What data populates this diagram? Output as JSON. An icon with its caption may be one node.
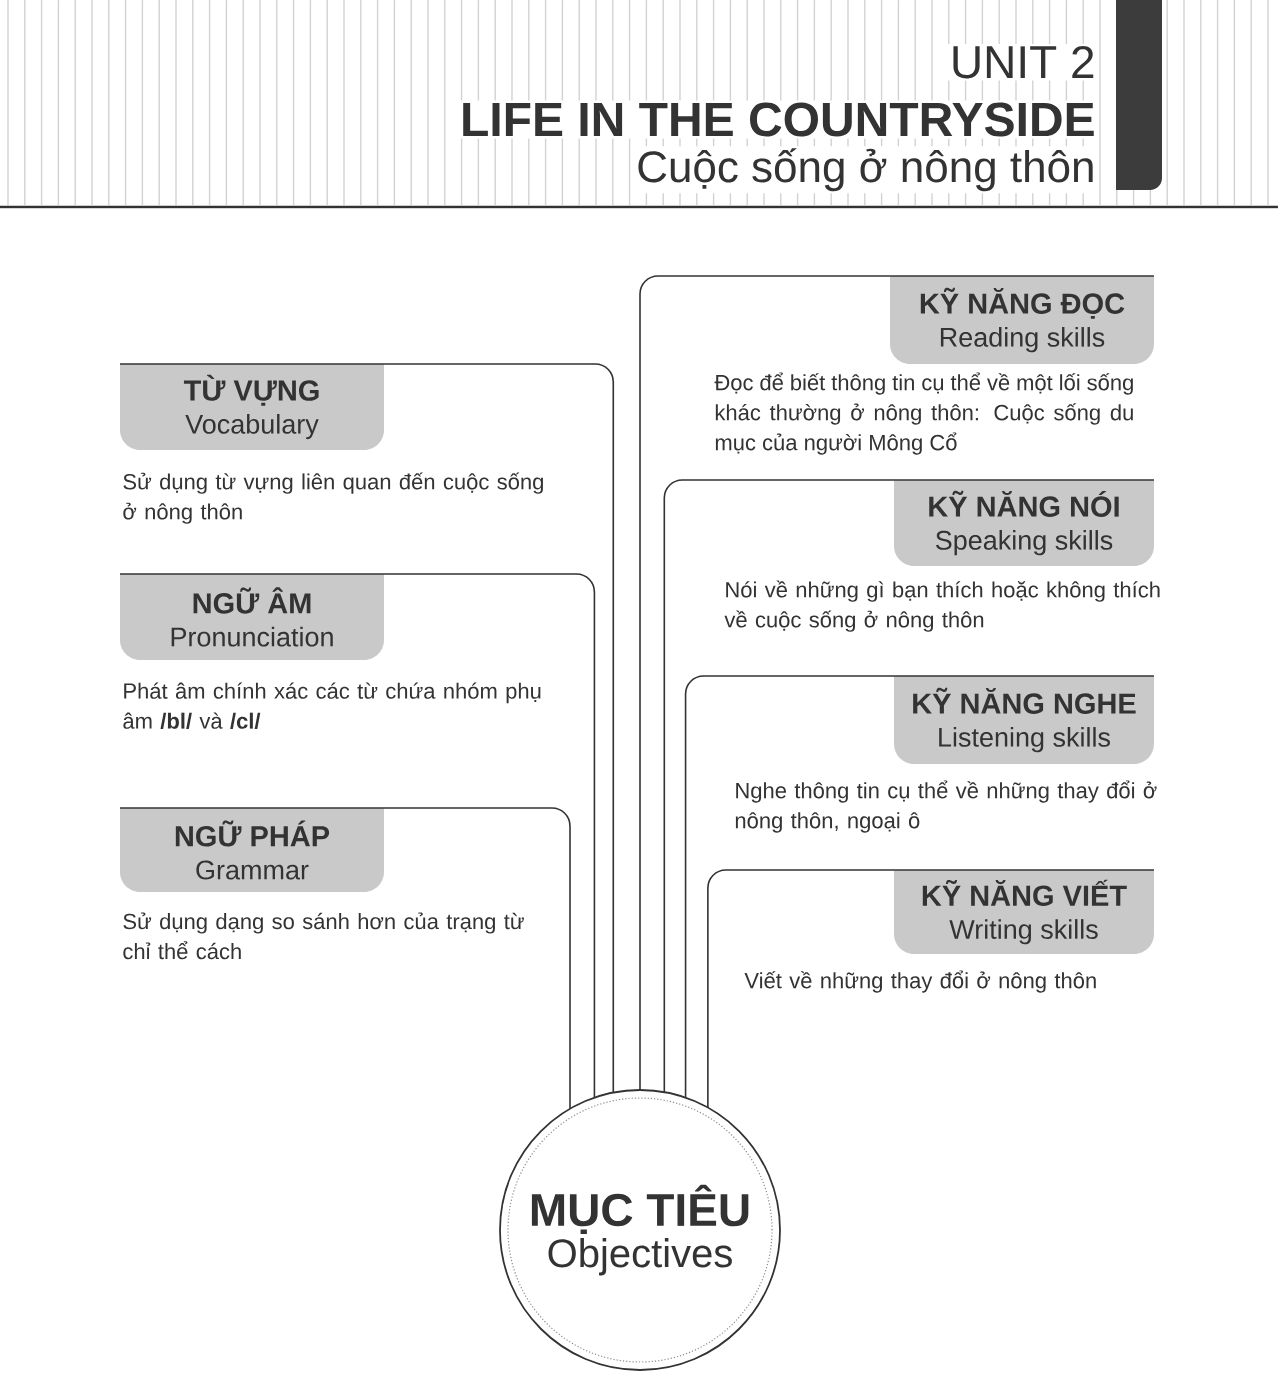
{
  "diagram": {
    "title": "LIFE IN THE COUNTRYSIDE",
    "nodes": [
      {
        "text": [
          "TỪ VỰNG",
          "Vocabulary"
        ],
        "beside": [
          "Sử dụng từ vựng liên quan đến cuộc sống ở nông thôn"
        ]
      },
      {
        "text": [
          "NGỮ ÂM",
          "Pronunciation"
        ],
        "beside": [
          "Phát âm chính xác các từ chứa nhóm phụ âm **/bl/** và **/cl/**"
        ]
      },
      {
        "text": [
          "NGỮ PHÁP",
          "Grammar"
        ],
        "beside": [
          "Sử dụng dạng so sánh hơn của trạng từ chỉ thể cách"
        ]
      },
      {
        "text": [
          "KỸ NĂNG ĐỌC",
          "Reading skills"
        ],
        "beside": [
          "Đọc để biết thông tin cụ thể về một lối sống khác thường ở nông thôn: Cuộc sống du mục của người Mông Cổ"
        ]
      },
      {
        "text": [
          "KỸ NĂNG NÓI",
          "Speaking skills"
        ],
        "beside": [
          "Nói về những gì bạn thích hoặc không thích về cuộc sống ở nông thôn"
        ]
      },
      {
        "text": [
          "KỸ NĂNG NGHE",
          "Listening skills"
        ],
        "beside": [
          "Nghe thông tin cụ thể về những thay đổi ở nông thôn, ngoại ô"
        ]
      },
      {
        "text": [
          "KỸ NĂNG VIẾT",
          "Writing skills"
        ],
        "beside": [
          "Viết về những thay đổi ở nông thôn"
        ]
      },
      {
        "text": [
          "MỤC TIÊU",
          "Objectives"
        ]
      }
    ],
    "edges": [
      {
        "from": 7,
        "to": 0,
        "arrow": "none"
      },
      {
        "from": 7,
        "to": 1,
        "arrow": "none"
      },
      {
        "from": 7,
        "to": 2,
        "arrow": "none"
      },
      {
        "from": 7,
        "to": 3,
        "arrow": "none"
      },
      {
        "from": 7,
        "to": 4,
        "arrow": "none"
      },
      {
        "from": 7,
        "to": 5,
        "arrow": "none"
      },
      {
        "from": 7,
        "to": 6,
        "arrow": "none"
      }
    ],
    "labels": [
      "UNIT 2",
      "Cuộc sống ở nông thôn"
    ]
  }
}
